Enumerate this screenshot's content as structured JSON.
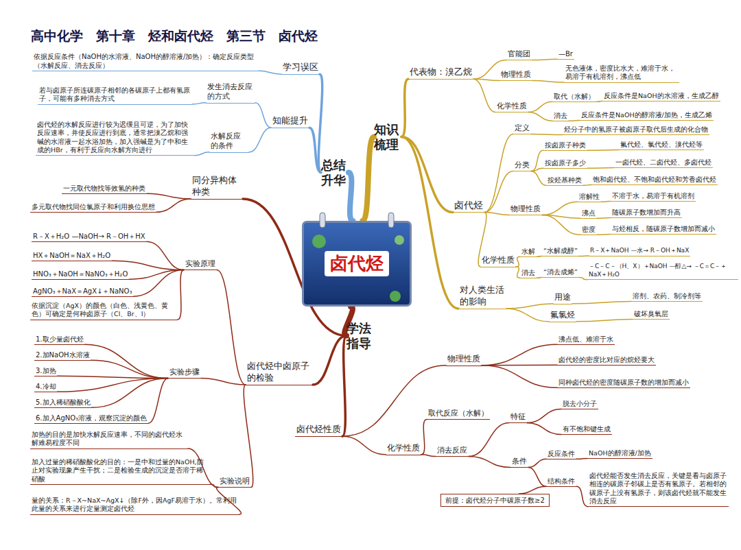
{
  "diagram": {
    "title": "高中化学　第十章　烃和卤代烃　第三节　卤代烃",
    "nodes": [
      {
        "text": [
          "卤代烃"
        ]
      },
      {
        "text": [
          "知识梳理"
        ]
      },
      {
        "text": [
          "代表物：溴乙烷"
        ]
      },
      {
        "text": [
          "官能团"
        ]
      },
      {
        "text": [
          "—Br"
        ]
      },
      {
        "text": [
          "物理性质"
        ]
      },
      {
        "text": [
          "无色液体，密度比水大，难溶于水，易溶于有机溶剂，沸点低"
        ]
      },
      {
        "text": [
          "化学性质"
        ]
      },
      {
        "text": [
          "取代（水解）"
        ]
      },
      {
        "text": [
          "反应条件是NaOH的水溶液，生成乙醇"
        ]
      },
      {
        "text": [
          "消去"
        ]
      },
      {
        "text": [
          "反应条件是NaOH的醇溶液/加热，生成乙烯"
        ]
      },
      {
        "text": [
          "卤代烃"
        ]
      },
      {
        "text": [
          "定义"
        ]
      },
      {
        "text": [
          "烃分子中的氢原子被卤原子取代后生成的化合物"
        ]
      },
      {
        "text": [
          "分类"
        ]
      },
      {
        "text": [
          "按卤原子种类"
        ]
      },
      {
        "text": [
          "氟代烃、氯代烃、溴代烃等"
        ]
      },
      {
        "text": [
          "按卤原子多少"
        ]
      },
      {
        "text": [
          "一卤代烃、二卤代烃、多卤代烃"
        ]
      },
      {
        "text": [
          "按烃基种类"
        ]
      },
      {
        "text": [
          "饱和卤代烃、不饱和卤代烃和芳香卤代烃"
        ]
      },
      {
        "text": [
          "物理性质"
        ]
      },
      {
        "text": [
          "溶解性"
        ]
      },
      {
        "text": [
          "不溶于水，易溶于有机溶剂"
        ]
      },
      {
        "text": [
          "沸点"
        ]
      },
      {
        "text": [
          "随碳原子数增加而升高"
        ]
      },
      {
        "text": [
          "密度"
        ]
      },
      {
        "text": [
          "与烃相反，随碳原子数增加而减小"
        ]
      },
      {
        "text": [
          "化学性质"
        ]
      },
      {
        "text": [
          "水解"
        ]
      },
      {
        "text": [
          "“水解成醇”"
        ]
      },
      {
        "text": [
          "R－X＋NaOH —水→ R－OH＋NaX"
        ]
      },
      {
        "text": [
          "消去"
        ]
      },
      {
        "text": [
          "“消去成烯”"
        ]
      },
      {
        "text": [
          "－C－C－（H、X）＋NaOH —醇△→ －C＝C－＋NaX＋H₂O"
        ]
      },
      {
        "text": [
          "对人类生活的影响"
        ]
      },
      {
        "text": [
          "用途"
        ]
      },
      {
        "text": [
          "溶剂、农药、制冷剂等"
        ]
      },
      {
        "text": [
          "氟氯烃"
        ]
      },
      {
        "text": [
          "破坏臭氧层"
        ]
      },
      {
        "text": [
          "总结升华"
        ]
      },
      {
        "text": [
          "学习误区"
        ]
      },
      {
        "text": [
          "依据反应条件（NaOH的水溶液、NaOH的醇溶液/加热）：确定反应类型（水解反应、消去反应）"
        ]
      },
      {
        "text": [
          "知能提升"
        ]
      },
      {
        "text": [
          "发生消去反应的方式"
        ]
      },
      {
        "text": [
          "若与卤原子所连碳原子相邻的各碳原子上都有氢原子，可能有多种消去方式"
        ]
      },
      {
        "text": [
          "水解反应的条件"
        ]
      },
      {
        "text": [
          "卤代烃的水解反应进行较为迟缓且可逆，为了加快反应速率，并使反应进行到底，通常把溴乙烷和强碱的水溶液一起水浴加热，加入强碱是为了中和生成的HBr，有利于反应向水解方向进行"
        ]
      },
      {
        "text": [
          "学法指导"
        ]
      },
      {
        "text": [
          "同分异构体种类"
        ]
      },
      {
        "text": [
          "一元取代物找等效氢的种类"
        ]
      },
      {
        "text": [
          "多元取代物找同位氯原子和利用换位思想"
        ]
      },
      {
        "text": [
          "卤代烃中卤原子的检验"
        ]
      },
      {
        "text": [
          "实验原理"
        ]
      },
      {
        "text": [
          "R－X＋H₂O —NaOH→ R－OH＋HX"
        ]
      },
      {
        "text": [
          "HX＋NaOH＝NaX＋H₂O"
        ]
      },
      {
        "text": [
          "HNO₃＋NaOH＝NaNO₃＋H₂O"
        ]
      },
      {
        "text": [
          "AgNO₃＋NaX＝AgX↓＋NaNO₃"
        ]
      },
      {
        "text": [
          "依据沉淀（AgX）的颜色（白色、浅黄色、黄色）可确定是何种卤原子（Cl、Br、I）"
        ]
      },
      {
        "text": [
          "实验步骤"
        ]
      },
      {
        "text": [
          "1.取少量卤代烃"
        ]
      },
      {
        "text": [
          "2.加NaOH水溶液"
        ]
      },
      {
        "text": [
          "3.加热"
        ]
      },
      {
        "text": [
          "4.冷却"
        ]
      },
      {
        "text": [
          "5.加入稀硝酸酸化"
        ]
      },
      {
        "text": [
          "6.加入AgNO₃溶液，观察沉淀的颜色"
        ]
      },
      {
        "text": [
          "实验说明"
        ]
      },
      {
        "text": [
          "加热的目的是加快水解反应速率，不同的卤代烃水解难易程度不同"
        ]
      },
      {
        "text": [
          "加入过量的稀硝酸酸化的目的：一是中和过量的NaOH,防止对实验现象产生干扰；二是检验生成的沉淀是否溶于稀硝酸"
        ]
      },
      {
        "text": [
          "量的关系：R－X~NaX~AgX↓（除F外，因AgF易溶于水）。常利用此量的关系来进行定量测定卤代烃"
        ]
      },
      {
        "text": [
          "卤代烃性质"
        ]
      },
      {
        "text": [
          "物理性质"
        ]
      },
      {
        "text": [
          "沸点低、难溶于水"
        ]
      },
      {
        "text": [
          "卤代烃的密度比对应的烷烃要大"
        ]
      },
      {
        "text": [
          "同种卤代烃的密度随碳原子数的增加而减小"
        ]
      },
      {
        "text": [
          "化学性质"
        ]
      },
      {
        "text": [
          "取代反应（水解）"
        ]
      },
      {
        "text": [
          "消去反应"
        ]
      },
      {
        "text": [
          "特征"
        ]
      },
      {
        "text": [
          "脱去小分子"
        ]
      },
      {
        "text": [
          "有不饱和键生成"
        ]
      },
      {
        "text": [
          "条件"
        ]
      },
      {
        "text": [
          "反应条件"
        ]
      },
      {
        "text": [
          "NaOH的醇溶液/加热"
        ]
      },
      {
        "text": [
          "结构条件"
        ]
      },
      {
        "text": [
          "卤代烃能否发生消去反应，关键是看与卤原子相连的碳原子邻碳上是否有氢原子。若相邻的碳原子上没有氢原子，则该卤代烃就不能发生消去反应"
        ]
      },
      {
        "text": [
          "前提：卤代烃分子中碳原子数≥2"
        ]
      }
    ],
    "edges": [
      {
        "from": 0,
        "to": 1,
        "arrow": "none"
      },
      {
        "from": 0,
        "to": 41,
        "arrow": "none"
      },
      {
        "from": 0,
        "to": 49,
        "arrow": "none"
      },
      {
        "from": 1,
        "to": 2,
        "arrow": "none"
      },
      {
        "from": 2,
        "to": 3,
        "arrow": "none"
      },
      {
        "from": 3,
        "to": 4,
        "arrow": "none"
      },
      {
        "from": 2,
        "to": 5,
        "arrow": "none"
      },
      {
        "from": 5,
        "to": 6,
        "arrow": "none"
      },
      {
        "from": 2,
        "to": 7,
        "arrow": "none"
      },
      {
        "from": 7,
        "to": 8,
        "arrow": "none"
      },
      {
        "from": 8,
        "to": 9,
        "arrow": "none"
      },
      {
        "from": 7,
        "to": 10,
        "arrow": "none"
      },
      {
        "from": 10,
        "to": 11,
        "arrow": "none"
      },
      {
        "from": 1,
        "to": 12,
        "arrow": "none"
      },
      {
        "from": 12,
        "to": 13,
        "arrow": "none"
      },
      {
        "from": 13,
        "to": 14,
        "arrow": "none"
      },
      {
        "from": 12,
        "to": 15,
        "arrow": "none"
      },
      {
        "from": 15,
        "to": 16,
        "arrow": "none"
      },
      {
        "from": 16,
        "to": 17,
        "arrow": "none"
      },
      {
        "from": 15,
        "to": 18,
        "arrow": "none"
      },
      {
        "from": 18,
        "to": 19,
        "arrow": "none"
      },
      {
        "from": 15,
        "to": 20,
        "arrow": "none"
      },
      {
        "from": 20,
        "to": 21,
        "arrow": "none"
      },
      {
        "from": 12,
        "to": 22,
        "arrow": "none"
      },
      {
        "from": 22,
        "to": 23,
        "arrow": "none"
      },
      {
        "from": 23,
        "to": 24,
        "arrow": "none"
      },
      {
        "from": 22,
        "to": 25,
        "arrow": "none"
      },
      {
        "from": 25,
        "to": 26,
        "arrow": "none"
      },
      {
        "from": 22,
        "to": 27,
        "arrow": "none"
      },
      {
        "from": 27,
        "to": 28,
        "arrow": "none"
      },
      {
        "from": 12,
        "to": 29,
        "arrow": "none"
      },
      {
        "from": 29,
        "to": 30,
        "arrow": "none"
      },
      {
        "from": 30,
        "to": 31,
        "arrow": "none"
      },
      {
        "from": 31,
        "to": 32,
        "arrow": "none"
      },
      {
        "from": 29,
        "to": 33,
        "arrow": "none"
      },
      {
        "from": 33,
        "to": 34,
        "arrow": "none"
      },
      {
        "from": 34,
        "to": 35,
        "arrow": "none"
      },
      {
        "from": 1,
        "to": 36,
        "arrow": "none"
      },
      {
        "from": 36,
        "to": 37,
        "arrow": "none"
      },
      {
        "from": 37,
        "to": 38,
        "arrow": "none"
      },
      {
        "from": 36,
        "to": 39,
        "arrow": "none"
      },
      {
        "from": 39,
        "to": 40,
        "arrow": "none"
      },
      {
        "from": 41,
        "to": 42,
        "arrow": "none"
      },
      {
        "from": 42,
        "to": 43,
        "arrow": "none"
      },
      {
        "from": 41,
        "to": 44,
        "arrow": "none"
      },
      {
        "from": 44,
        "to": 45,
        "arrow": "none"
      },
      {
        "from": 45,
        "to": 46,
        "arrow": "none"
      },
      {
        "from": 44,
        "to": 47,
        "arrow": "none"
      },
      {
        "from": 47,
        "to": 48,
        "arrow": "none"
      },
      {
        "from": 49,
        "to": 50,
        "arrow": "none"
      },
      {
        "from": 50,
        "to": 51,
        "arrow": "none"
      },
      {
        "from": 50,
        "to": 52,
        "arrow": "none"
      },
      {
        "from": 49,
        "to": 53,
        "arrow": "none"
      },
      {
        "from": 53,
        "to": 54,
        "arrow": "none"
      },
      {
        "from": 54,
        "to": 55,
        "arrow": "none"
      },
      {
        "from": 54,
        "to": 56,
        "arrow": "none"
      },
      {
        "from": 54,
        "to": 57,
        "arrow": "none"
      },
      {
        "from": 54,
        "to": 58,
        "arrow": "none"
      },
      {
        "from": 54,
        "to": 59,
        "arrow": "none"
      },
      {
        "from": 53,
        "to": 60,
        "arrow": "none"
      },
      {
        "from": 60,
        "to": 61,
        "arrow": "none"
      },
      {
        "from": 60,
        "to": 62,
        "arrow": "none"
      },
      {
        "from": 60,
        "to": 63,
        "arrow": "none"
      },
      {
        "from": 60,
        "to": 64,
        "arrow": "none"
      },
      {
        "from": 60,
        "to": 65,
        "arrow": "none"
      },
      {
        "from": 60,
        "to": 66,
        "arrow": "none"
      },
      {
        "from": 53,
        "to": 67,
        "arrow": "none"
      },
      {
        "from": 67,
        "to": 68,
        "arrow": "none"
      },
      {
        "from": 67,
        "to": 69,
        "arrow": "none"
      },
      {
        "from": 67,
        "to": 70,
        "arrow": "none"
      },
      {
        "from": 49,
        "to": 71,
        "arrow": "none"
      },
      {
        "from": 71,
        "to": 72,
        "arrow": "none"
      },
      {
        "from": 72,
        "to": 73,
        "arrow": "none"
      },
      {
        "from": 72,
        "to": 74,
        "arrow": "none"
      },
      {
        "from": 72,
        "to": 75,
        "arrow": "none"
      },
      {
        "from": 71,
        "to": 76,
        "arrow": "none"
      },
      {
        "from": 76,
        "to": 77,
        "arrow": "none"
      },
      {
        "from": 76,
        "to": 78,
        "arrow": "none"
      },
      {
        "from": 78,
        "to": 79,
        "arrow": "none"
      },
      {
        "from": 79,
        "to": 80,
        "arrow": "none"
      },
      {
        "from": 79,
        "to": 81,
        "arrow": "none"
      },
      {
        "from": 78,
        "to": 82,
        "arrow": "none"
      },
      {
        "from": 82,
        "to": 83,
        "arrow": "none"
      },
      {
        "from": 83,
        "to": 84,
        "arrow": "none"
      },
      {
        "from": 82,
        "to": 85,
        "arrow": "none"
      },
      {
        "from": 85,
        "to": 86,
        "arrow": "none"
      },
      {
        "from": 85,
        "to": 87,
        "arrow": "none"
      }
    ]
  }
}
